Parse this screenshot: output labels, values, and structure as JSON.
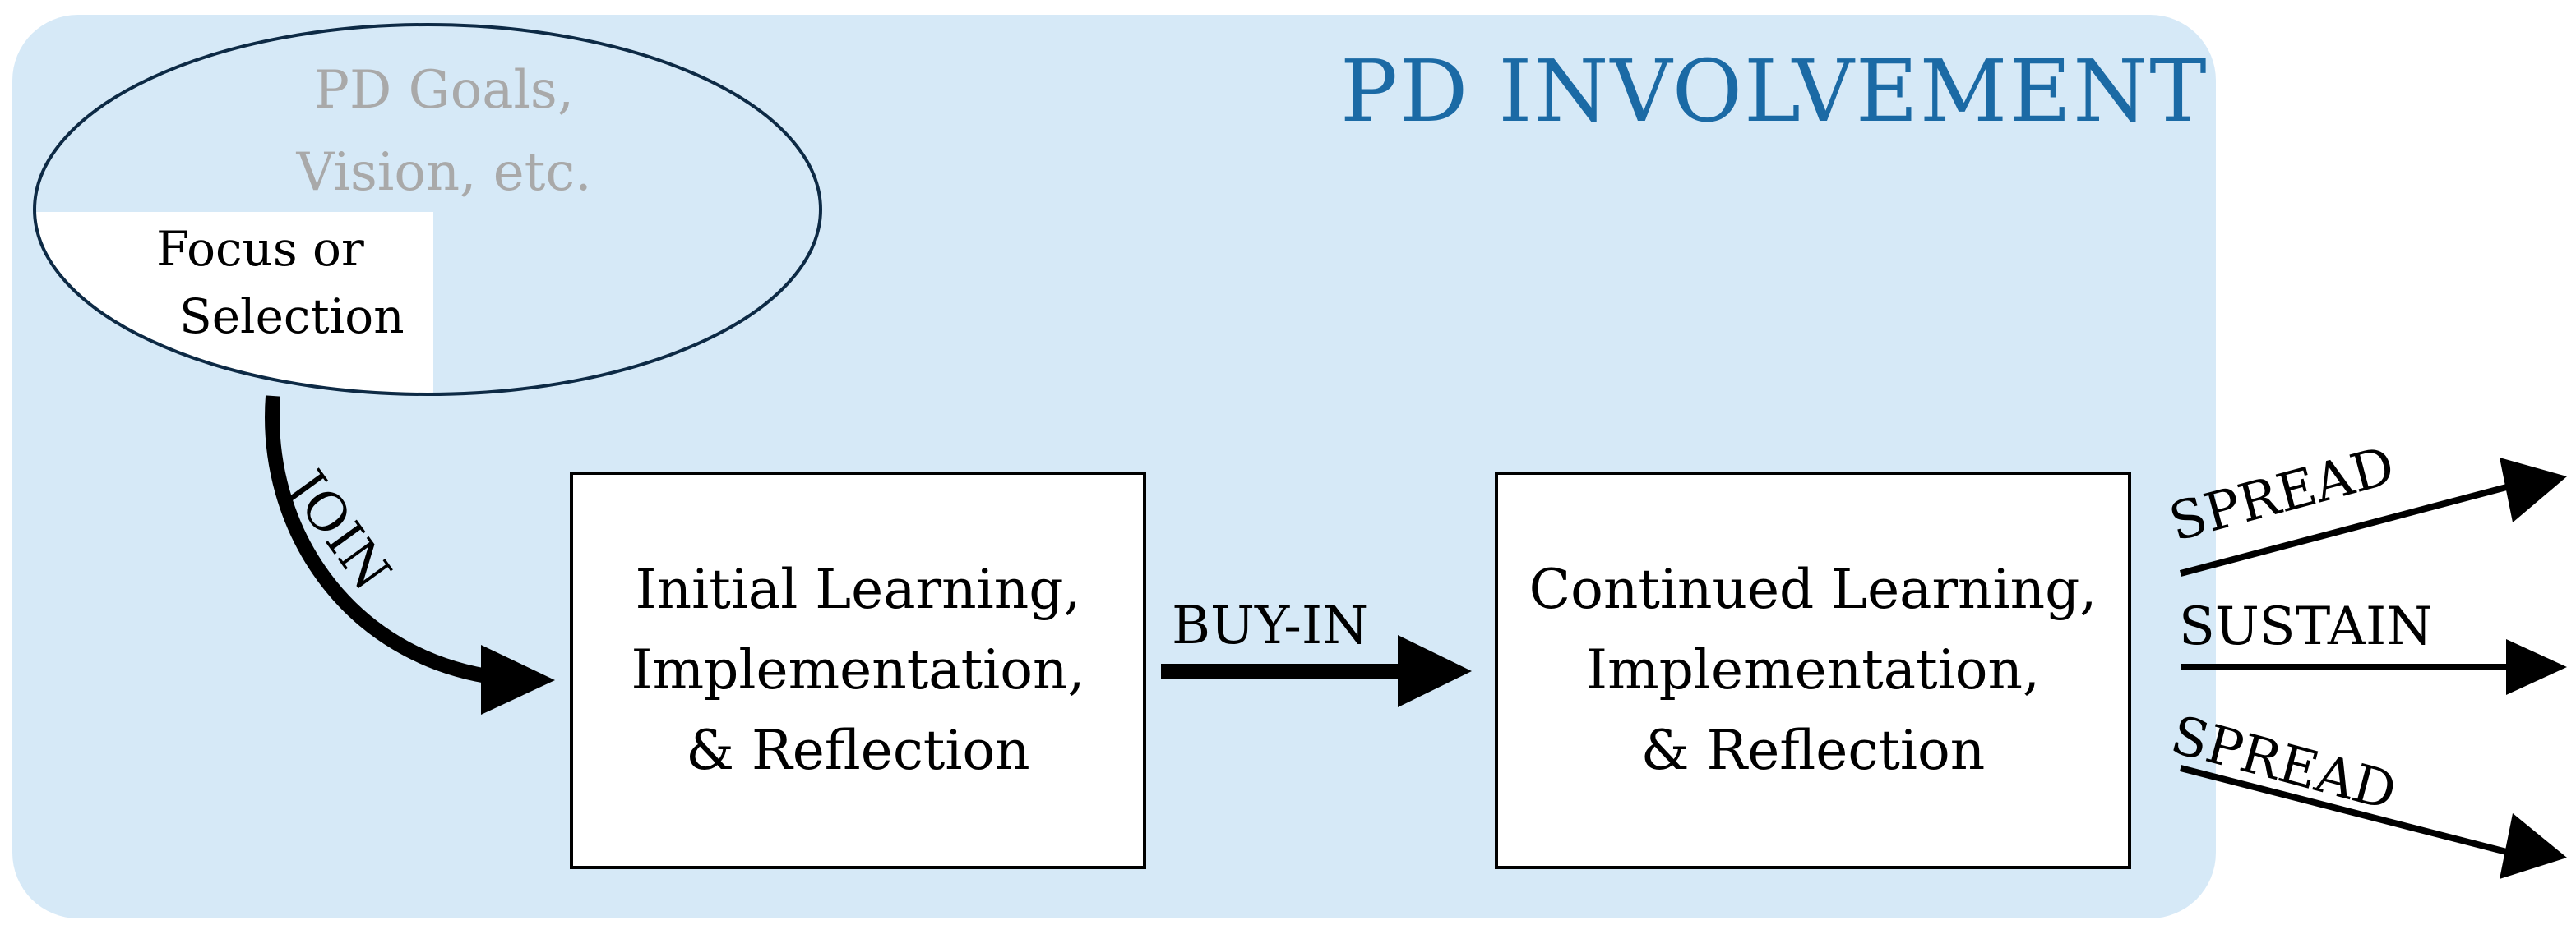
{
  "diagram": {
    "title": "PD INVOLVEMENT",
    "goals_text": "PD Goals,\nVision, etc.",
    "focus_lines": [
      "Focus or",
      "Selection"
    ],
    "box_initial": "Initial Learning,\nImplementation,\n& Reflection",
    "box_continued": "Continued Learning,\nImplementation,\n& Reflection",
    "edge_join": "JOIN",
    "edge_buyin": "BUY-IN",
    "outcome_spread_top": "SPREAD",
    "outcome_sustain": "SUSTAIN",
    "outcome_spread_bottom": "SPREAD"
  },
  "colors": {
    "background_panel": "#d6e9f7",
    "title": "#1b6aa5",
    "goals_text": "#a9a9a9",
    "ellipse_stroke": "#0d2a45",
    "arrows": "#000000"
  }
}
